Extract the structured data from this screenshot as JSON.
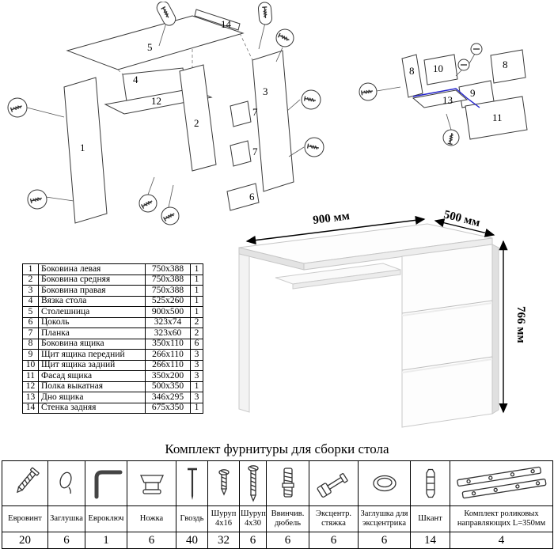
{
  "diagram_left": {
    "labels": {
      "l14": "14",
      "l5": "5",
      "l4": "4",
      "l12": "12",
      "l2": "2",
      "l3": "3",
      "l7a": "7",
      "l7b": "7",
      "l1": "1",
      "l6": "6"
    }
  },
  "diagram_right": {
    "labels": {
      "l8a": "8",
      "l10": "10",
      "l8b": "8",
      "l9": "9",
      "l13": "13",
      "l11": "11"
    }
  },
  "desk": {
    "dim_width": "900 мм",
    "dim_depth": "500 мм",
    "dim_height": "766 мм"
  },
  "parts_table": {
    "rows": [
      {
        "num": "1",
        "name": "Боковина левая",
        "size": "750x388",
        "qty": "1"
      },
      {
        "num": "2",
        "name": "Боковина средняя",
        "size": "750x388",
        "qty": "1"
      },
      {
        "num": "3",
        "name": "Боковина правая",
        "size": "750x388",
        "qty": "1"
      },
      {
        "num": "4",
        "name": "Вязка стола",
        "size": "525x260",
        "qty": "1"
      },
      {
        "num": "5",
        "name": "Столешница",
        "size": "900x500",
        "qty": "1"
      },
      {
        "num": "6",
        "name": "Цоколь",
        "size": "323x74",
        "qty": "2"
      },
      {
        "num": "7",
        "name": "Планка",
        "size": "323x60",
        "qty": "2"
      },
      {
        "num": "8",
        "name": "Боковина ящика",
        "size": "350x110",
        "qty": "6"
      },
      {
        "num": "9",
        "name": "Щит ящика передний",
        "size": "266x110",
        "qty": "3"
      },
      {
        "num": "10",
        "name": "Щит ящика задний",
        "size": "266x110",
        "qty": "3"
      },
      {
        "num": "11",
        "name": "Фасад ящика",
        "size": "350x200",
        "qty": "3"
      },
      {
        "num": "12",
        "name": "Полка выкатная",
        "size": "500x350",
        "qty": "1"
      },
      {
        "num": "13",
        "name": "Дно ящика",
        "size": "346x295",
        "qty": "3"
      },
      {
        "num": "14",
        "name": "Стенка задняя",
        "size": "675x350",
        "qty": "1"
      }
    ]
  },
  "hardware": {
    "title": "Комплект фурнитуры для сборки стола",
    "items": [
      {
        "name": "Евровинт",
        "qty": "20",
        "icon": "confirmat-screw-icon"
      },
      {
        "name": "Заглушка",
        "qty": "6",
        "icon": "plug-icon"
      },
      {
        "name": "Евроключ",
        "qty": "1",
        "icon": "hex-key-icon"
      },
      {
        "name": "Ножка",
        "qty": "6",
        "icon": "foot-icon"
      },
      {
        "name": "Гвоздь",
        "qty": "40",
        "icon": "nail-icon"
      },
      {
        "name": "Шуруп 4x16",
        "qty": "32",
        "icon": "screw-short-icon"
      },
      {
        "name": "Шуруп 4x30",
        "qty": "6",
        "icon": "screw-long-icon"
      },
      {
        "name": "Ввинчив. дюбель",
        "qty": "6",
        "icon": "screw-in-dowel-icon"
      },
      {
        "name": "Эксцентр. стяжка",
        "qty": "6",
        "icon": "cam-lock-icon"
      },
      {
        "name": "Заглушка для эксцентрика",
        "qty": "6",
        "icon": "cam-cover-icon"
      },
      {
        "name": "Шкант",
        "qty": "14",
        "icon": "wooden-dowel-icon"
      },
      {
        "name": "Комплект роликовых направляющих L=350мм",
        "qty": "4",
        "icon": "roller-slides-icon"
      }
    ]
  }
}
